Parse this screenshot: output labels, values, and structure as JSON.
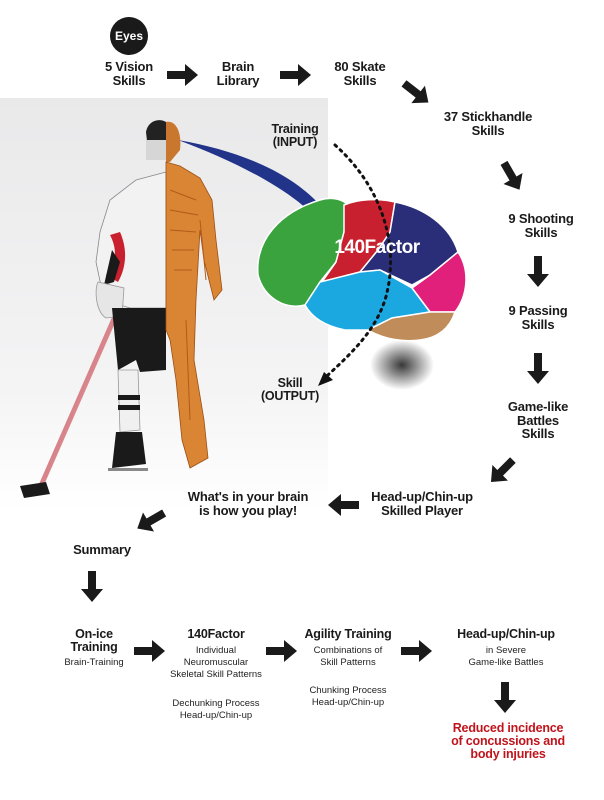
{
  "eyes_label": "Eyes",
  "flow": {
    "vision": "5 Vision\nSkills",
    "library": "Brain\nLibrary",
    "skate": "80 Skate\nSkills",
    "stickhandle": "37 Stickhandle\nSkills",
    "shooting": "9 Shooting\nSkills",
    "passing": "9 Passing\nSkills",
    "battles": "Game-like\nBattles\nSkills",
    "headup": "Head-up/Chin-up\nSkilled Player",
    "brain_play": "What's in your brain\nis how you play!",
    "summary": "Summary"
  },
  "brain": {
    "center_label": "140Factor",
    "input_label": "Training\n(INPUT)",
    "output_label": "Skill\n(OUTPUT)",
    "colors": {
      "frontal": "#3aa33e",
      "motor": "#c8202e",
      "parietal": "#2a2d78",
      "occipital": "#e0207a",
      "temporal": "#1ba7e0",
      "cerebellum": "#bf8c5a"
    }
  },
  "bottom": {
    "onice_title": "On-ice\nTraining",
    "onice_sub": "Brain-Training",
    "factor_title": "140Factor",
    "factor_sub": "Individual\nNeuromuscular\nSkeletal Skill Patterns",
    "factor_sub2": "Dechunking Process\nHead-up/Chin-up",
    "agility_title": "Agility Training",
    "agility_sub": "Combinations of\nSkill Patterns",
    "agility_sub2": "Chunking Process\nHead-up/Chin-up",
    "headup_title": "Head-up/Chin-up",
    "headup_sub": "in Severe\nGame-like Battles",
    "result": "Reduced incidence\nof concussions and\nbody injuries"
  },
  "colors": {
    "arrow": "#1a1a1a",
    "result_text": "#c0141c",
    "swoosh": "#22338a"
  }
}
